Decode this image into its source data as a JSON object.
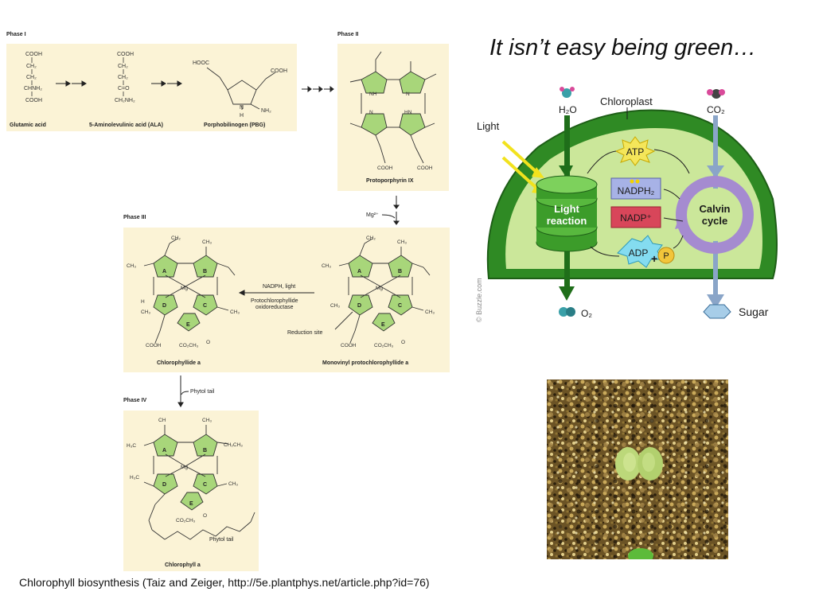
{
  "slide": {
    "title": "It isn’t easy being green…",
    "caption": "Chlorophyll biosynthesis (Taiz and Zeiger, http://5e.plantphys.net/article.php?id=76)"
  },
  "biosynthesis": {
    "phase1": {
      "label": "Phase I",
      "glutamic_acid": "Glutamic acid",
      "ala": "5-Aminolevulinic acid (ALA)",
      "pbg": "Porphobilinogen (PBG)",
      "groups": {
        "cooh": "COOH",
        "ch2": "CH₂",
        "chnh2": "CHNH₂",
        "co": "C=O",
        "ch2nh2": "CH₂NH₂",
        "hooc": "HOOC",
        "nh2": "NH₂",
        "nh": "N",
        "h": "H"
      }
    },
    "phase2": {
      "label": "Phase II",
      "protoporphyrin": "Protoporphyrin IX",
      "mg": "Mg²⁺"
    },
    "phase3": {
      "label": "Phase III",
      "enzyme_line1": "NADPH, light",
      "enzyme_line2": "Protochlorophyllide",
      "enzyme_line3": "oxidoreductase",
      "reduction_site": "Reduction site",
      "chlorophyllide": "Chlorophyllide a",
      "protochlorophyllide": "Monovinyl protochlorophyllide a"
    },
    "phase4": {
      "label": "Phase IV",
      "phytol_tail_arrow": "Phytol tail",
      "phytol_tail": "Phytol tail",
      "chlorophyll_a": "Chlorophyll a"
    },
    "ring_letters": [
      "A",
      "B",
      "C",
      "D",
      "E"
    ],
    "mg": "Mg",
    "substituents": {
      "ch3": "CH₃",
      "ch2": "CH₂",
      "ch": "CH",
      "h": "H",
      "hc": "H₂C",
      "h3c": "H₃C",
      "ch2ch3": "CH₂CH₃",
      "co2ch3": "CO₂CH₃",
      "o": "O",
      "cooh": "COOH",
      "nh": "NH",
      "hn": "HN",
      "n": "N"
    }
  },
  "photosynthesis": {
    "light": "Light",
    "h2o": "H₂O",
    "chloroplast": "Chloroplast",
    "co2": "CO₂",
    "atp": "ATP",
    "nadph2": "NADPH₂",
    "nadp": "NADP⁺",
    "adp": "ADP",
    "plus": "+",
    "p": "P",
    "light_reaction_1": "Light",
    "light_reaction_2": "reaction",
    "calvin_1": "Calvin",
    "calvin_2": "cycle",
    "o2": "O₂",
    "sugar": "Sugar",
    "credit": "© Buzzle.com"
  }
}
